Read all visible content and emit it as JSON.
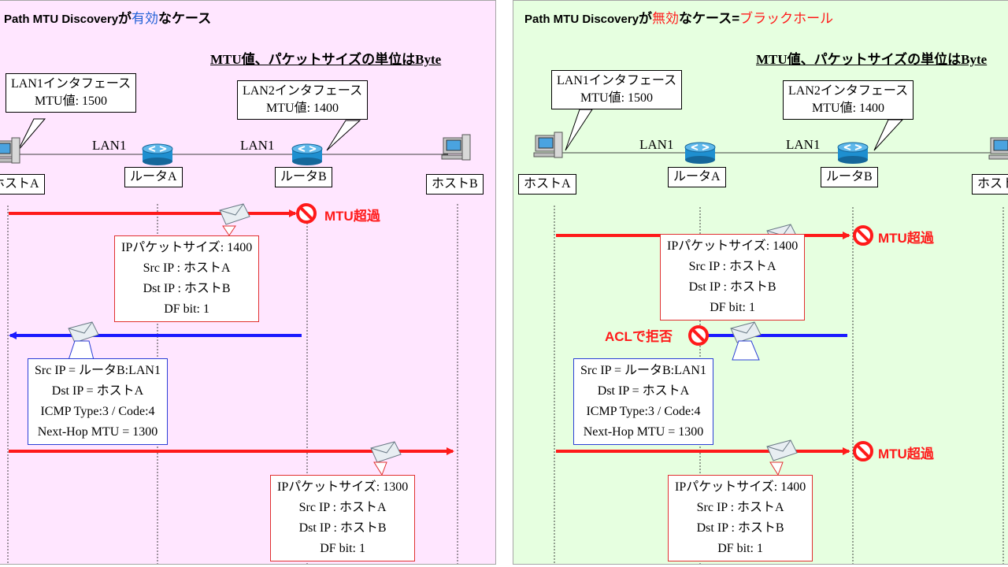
{
  "left": {
    "title_en": "Path MTU Discovery",
    "title_ga": "が",
    "title_hl": "有効",
    "title_rest": "なケース",
    "title_hl_color": "#1f5fd6",
    "unit_note": "MTU値、パケットサイズの単位はByte",
    "callout_lan1": {
      "line1": "LAN1インタフェース",
      "line2": "MTU値: 1500"
    },
    "callout_lan2": {
      "line1": "LAN2インタフェース",
      "line2": "MTU値: 1400"
    },
    "lan_label_1": "LAN1",
    "lan_label_2": "LAN1",
    "host_a": "ホストA",
    "router_a": "ルータA",
    "router_b": "ルータB",
    "host_b": "ホストB",
    "exceeded": "MTU超過",
    "packet1": {
      "size": "IPパケットサイズ: 1400",
      "src": "Src IP : ホストA",
      "dst": "Dst IP : ホストB",
      "df": "DF bit:  1"
    },
    "icmp": {
      "src": "Src IP = ルータB:LAN1",
      "dst": "Dst IP = ホストA",
      "type": "ICMP Type:3  /  Code:4",
      "mtu": "Next-Hop MTU = 1300"
    },
    "packet2": {
      "size": "IPパケットサイズ: 1300",
      "src": "Src IP : ホストA",
      "dst": "Dst IP : ホストB",
      "df": "DF bit:  1"
    }
  },
  "right": {
    "title_en": "Path MTU Discovery",
    "title_ga": "が",
    "title_hl": "無効",
    "title_rest": "なケース=",
    "title_tail": "ブラックホール",
    "title_hl_color": "#ff1a1a",
    "unit_note": "MTU値、パケットサイズの単位はByte",
    "callout_lan1": {
      "line1": "LAN1インタフェース",
      "line2": "MTU値: 1500"
    },
    "callout_lan2": {
      "line1": "LAN2インタフェース",
      "line2": "MTU値: 1400"
    },
    "lan_label_1": "LAN1",
    "lan_label_2": "LAN1",
    "host_a": "ホストA",
    "router_a": "ルータA",
    "router_b": "ルータB",
    "host_b": "ホストB",
    "exceeded_1": "MTU超過",
    "acl_reject": "ACLで拒否",
    "exceeded_2": "MTU超過",
    "packet1": {
      "size": "IPパケットサイズ: 1400",
      "src": "Src IP : ホストA",
      "dst": "Dst IP : ホストB",
      "df": "DF bit:  1"
    },
    "icmp": {
      "src": "Src IP = ルータB:LAN1",
      "dst": "Dst IP = ホストA",
      "type": "ICMP Type:3  /  Code:4",
      "mtu": "Next-Hop MTU = 1300"
    },
    "packet2": {
      "size": "IPパケットサイズ: 1400",
      "src": "Src IP : ホストA",
      "dst": "Dst IP : ホストB",
      "df": "DF bit:  1"
    }
  },
  "colors": {
    "left_background": "#ffe6ff",
    "right_background": "#e6ffe0",
    "arrow_red": "#ff1a1a",
    "arrow_blue": "#1a1aff",
    "router_blue": "#1e8fd0"
  }
}
